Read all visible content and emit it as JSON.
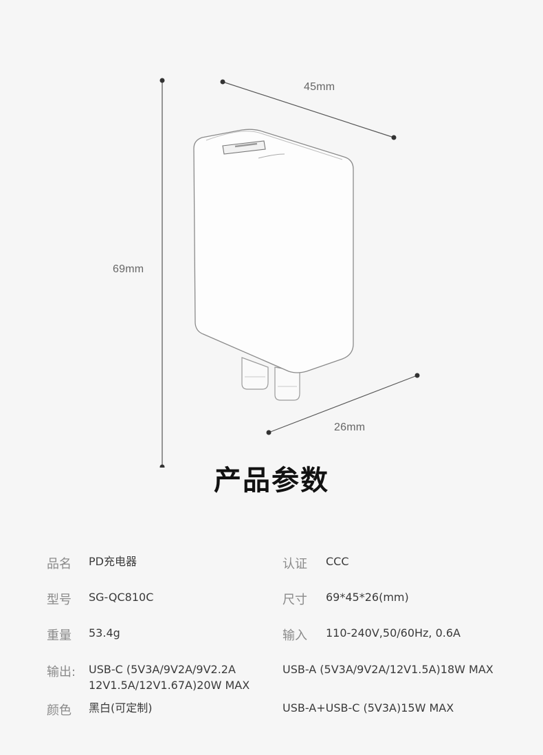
{
  "dimensions": {
    "width": "45mm",
    "height": "69mm",
    "depth": "26mm"
  },
  "title": "产品参数",
  "specs": {
    "name": {
      "label": "品名",
      "value": "PD充电器"
    },
    "cert": {
      "label": "认证",
      "value": "CCC"
    },
    "model": {
      "label": "型号",
      "value": "SG-QC810C"
    },
    "size": {
      "label": "尺寸",
      "value": "69*45*26(mm)"
    },
    "weight": {
      "label": "重量",
      "value": "53.4g"
    },
    "input": {
      "label": "输入",
      "value": "110-240V,50/60Hz, 0.6A"
    },
    "output": {
      "label": "输出:",
      "usbc_line1": "USB-C (5V3A/9V2A/9V2.2A",
      "usbc_line2": "12V1.5A/12V1.67A)20W MAX",
      "usba": "USB-A (5V3A/9V2A/12V1.5A)18W MAX"
    },
    "color": {
      "label": "颜色",
      "value": "黑白(可定制)"
    },
    "combined": "USB-A+USB-C (5V3A)15W MAX"
  },
  "colors": {
    "background": "#f6f6f6",
    "title": "#111111",
    "label": "#8a8a8a",
    "value": "#3a3a3a"
  }
}
